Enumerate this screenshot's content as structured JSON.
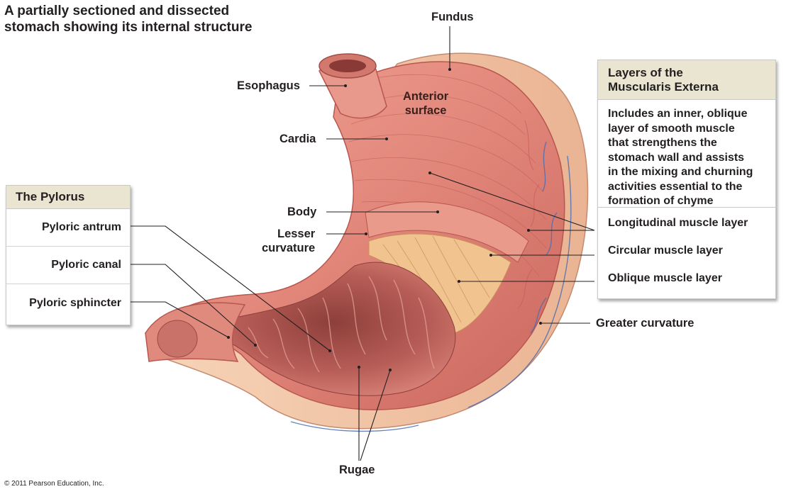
{
  "caption": "A partially sectioned and dissected\nstomach showing its internal structure",
  "labels": {
    "fundus": "Fundus",
    "esophagus": "Esophagus",
    "anterior_surface": "Anterior\nsurface",
    "cardia": "Cardia",
    "body": "Body",
    "lesser_curvature": "Lesser\ncurvature",
    "greater_curvature": "Greater curvature",
    "rugae": "Rugae"
  },
  "pylorus_box": {
    "title": "The Pylorus",
    "items": [
      "Pyloric antrum",
      "Pyloric canal",
      "Pyloric sphincter"
    ]
  },
  "muscularis_box": {
    "title": "Layers of the\nMuscularis Externa",
    "description": "Includes an inner, oblique\nlayer of smooth muscle\nthat strengthens the\nstomach wall and assists\nin the mixing and churning\nactivities essential to the\nformation of chyme",
    "layers": [
      "Longitudinal muscle layer",
      "Circular muscle layer",
      "Oblique muscle layer"
    ]
  },
  "copyright": "© 2011 Pearson Education, Inc.",
  "colors": {
    "muscle": "#e48a7c",
    "muscle_dark": "#c95f55",
    "serosa": "#f3c8a8",
    "mucosa": "#c9726a",
    "box_header": "#e9e5d1"
  }
}
